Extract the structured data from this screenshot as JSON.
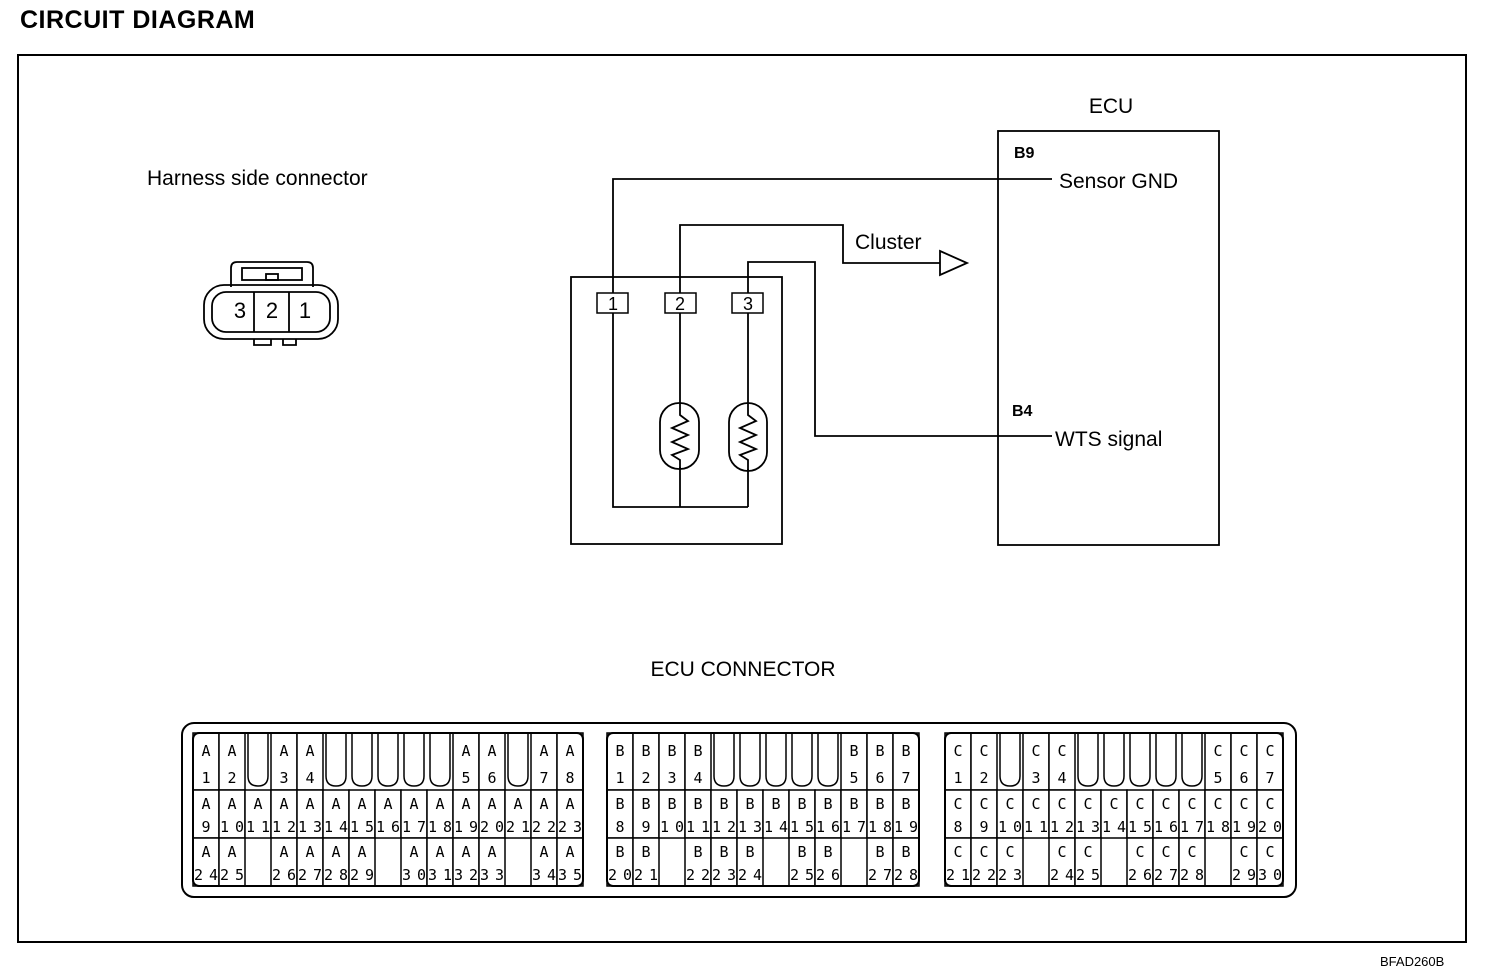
{
  "title": "CIRCUIT DIAGRAM",
  "doc_code": "BFAD260B",
  "harness": {
    "label": "Harness side connector",
    "pins": [
      "3",
      "2",
      "1"
    ]
  },
  "sensor": {
    "terminals": [
      "1",
      "2",
      "3"
    ]
  },
  "cluster_label": "Cluster",
  "ecu": {
    "label": "ECU",
    "pins": [
      {
        "code": "B9",
        "name": "Sensor GND"
      },
      {
        "code": "B4",
        "name": "WTS signal"
      }
    ]
  },
  "ecu_connector": {
    "label": "ECU CONNECTOR",
    "blocks": [
      {
        "letter": "A",
        "cols": 15,
        "top_row": [
          [
            "1",
            0
          ],
          [
            "2",
            1
          ],
          [
            "3",
            3
          ],
          [
            "4",
            4
          ],
          [
            "5",
            10
          ],
          [
            "6",
            11
          ],
          [
            "7",
            13
          ],
          [
            "8",
            14
          ]
        ],
        "mid_start": 9,
        "bottom_row": [
          [
            "24",
            0
          ],
          [
            "25",
            1
          ],
          [
            "26",
            3
          ],
          [
            "27",
            4
          ],
          [
            "28",
            5
          ],
          [
            "29",
            6
          ],
          [
            "30",
            8
          ],
          [
            "31",
            9
          ],
          [
            "32",
            10
          ],
          [
            "33",
            11
          ],
          [
            "34",
            13
          ],
          [
            "35",
            14
          ]
        ]
      },
      {
        "letter": "B",
        "cols": 12,
        "top_row": [
          [
            "1",
            0
          ],
          [
            "2",
            1
          ],
          [
            "3",
            2
          ],
          [
            "4",
            3
          ],
          [
            "5",
            9
          ],
          [
            "6",
            10
          ],
          [
            "7",
            11
          ]
        ],
        "mid_start": 8,
        "bottom_row": [
          [
            "20",
            0
          ],
          [
            "21",
            1
          ],
          [
            "22",
            3
          ],
          [
            "23",
            4
          ],
          [
            "24",
            5
          ],
          [
            "25",
            7
          ],
          [
            "26",
            8
          ],
          [
            "27",
            10
          ],
          [
            "28",
            11
          ]
        ]
      },
      {
        "letter": "C",
        "cols": 13,
        "top_row": [
          [
            "1",
            0
          ],
          [
            "2",
            1
          ],
          [
            "3",
            3
          ],
          [
            "4",
            4
          ],
          [
            "5",
            10
          ],
          [
            "6",
            11
          ],
          [
            "7",
            12
          ]
        ],
        "mid_start": 8,
        "bottom_row": [
          [
            "21",
            0
          ],
          [
            "22",
            1
          ],
          [
            "23",
            2
          ],
          [
            "24",
            4
          ],
          [
            "25",
            5
          ],
          [
            "26",
            7
          ],
          [
            "27",
            8
          ],
          [
            "28",
            9
          ],
          [
            "29",
            11
          ],
          [
            "30",
            12
          ]
        ]
      }
    ]
  }
}
